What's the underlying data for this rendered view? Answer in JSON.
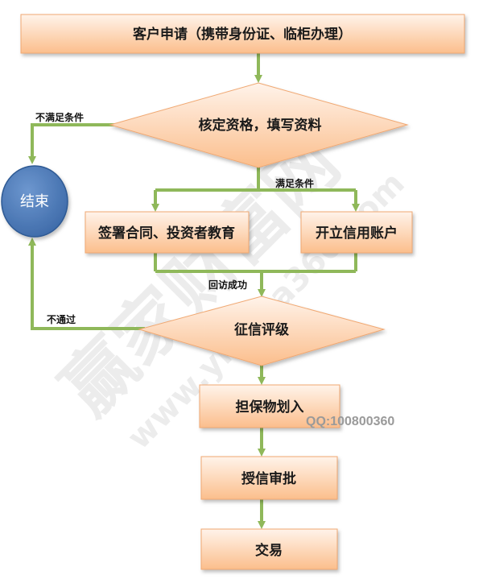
{
  "nodes": {
    "apply": "客户申请（携带身份证、临柜办理）",
    "verify": "核定资格，填写资料",
    "end": "结束",
    "sign": "签署合同、投资者教育",
    "open_account": "开立信用账户",
    "rating": "征信评级",
    "collateral": "担保物划入",
    "approval": "授信审批",
    "trade": "交易"
  },
  "edge_labels": {
    "not_qualified": "不满足条件",
    "qualified": "满足条件",
    "callback_success": "回访成功",
    "not_passed": "不通过"
  },
  "watermark": {
    "brand": "赢家财富网",
    "url": "www.yingjia360.com",
    "qq": "QQ:100800360"
  },
  "colors": {
    "box_fill_top": "#fff1e6",
    "box_fill_bottom": "#fbc08f",
    "box_stroke": "#f0a872",
    "arrow": "#8fb85a",
    "end_fill": "#4a78b6",
    "end_stroke": "#2f5a94"
  }
}
